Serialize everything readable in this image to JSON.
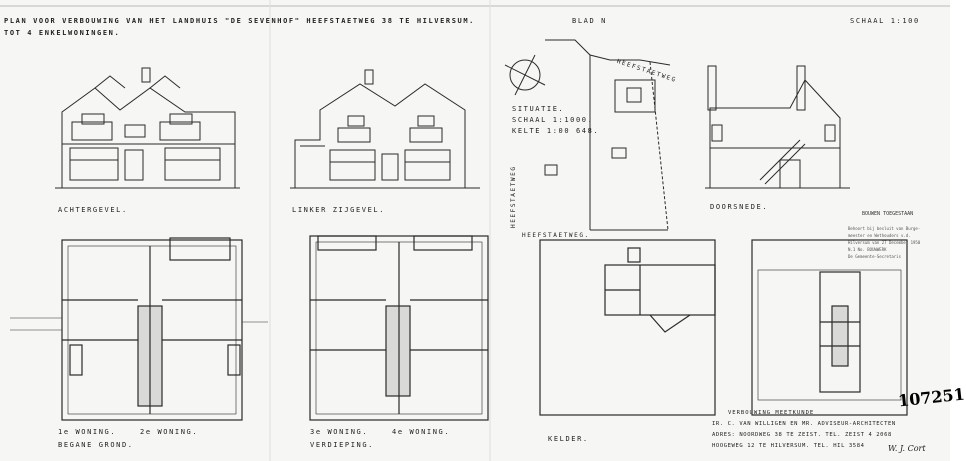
{
  "header": {
    "line1": "PLAN VOOR VERBOUWING VAN HET LANDHUIS \"DE SEVENHOF\" HEEFSTAETWEG 38 TE HILVERSUM.",
    "line2": "TOT 4 ENKELWONINGEN.",
    "scale": "SCHAAL 1:100",
    "sheet_no": "BLAD N"
  },
  "labels": {
    "front_elevation": "ACHTERGEVEL.",
    "side_elevation": "LINKER ZIJGEVEL.",
    "section": "DOORSNEDE.",
    "situation": "SITUATIE.",
    "situation_scale": "SCHAAL 1:1000.",
    "situation_plot": "KELTE 1:00 648.",
    "street_top": "HEEFSTAETWEG",
    "street_side": "HEEFSTAETWEG",
    "street_bottom": "HEEFSTAETWEG.",
    "ground_a": "1e WONING.",
    "ground_b": "2e WONING.",
    "ground_sub": "BEGANE GROND.",
    "first_a": "3e WONING.",
    "first_b": "4e WONING.",
    "first_sub": "VERDIEPING.",
    "cellar": "KELDER.",
    "architect_1": "VERBOUWING MEETKUNDE",
    "architect_2": "IR. C. VAN WILLIGEN EN MR. ADVISEUR-ARCHITECTEN",
    "architect_3": "ADRES: NOORDWEG 38 TE ZEIST. TEL. ZEIST 4 2068",
    "architect_4": "HOOGEWEG 12 TE HILVERSUM. TEL. HIL 3584",
    "sign": "W. J. Cort"
  },
  "stamp": {
    "title": "BOUWEN TOEGESTAAN",
    "lines": [
      "Behoort bij besluit van Burge-",
      "meester en Wethouders v.d.",
      "Hilversum van 27 December 1950",
      "N.1 No. BOUWWERK",
      "De Gemeente-Secretaris"
    ]
  },
  "archive_number": "107251"
}
